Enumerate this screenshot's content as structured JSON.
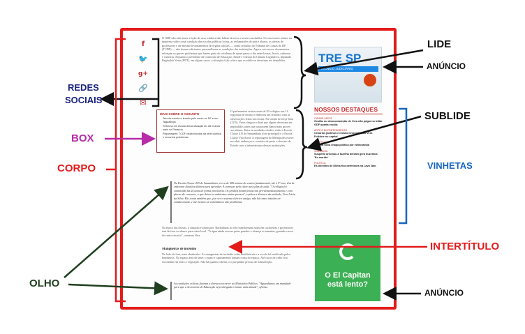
{
  "labels": {
    "lide": "LIDE",
    "anuncio_top": "ANÚNCIO",
    "redes_sociais_1": "REDES",
    "redes_sociais_2": "SOCIAIS",
    "box": "BOX",
    "corpo": "CORPO",
    "sublide": "SUBLIDE",
    "vinhetas": "VINHETAS",
    "intertitulo": "INTERTÍTULO",
    "olho": "OLHO",
    "anuncio_bottom": "ANÚNCIO"
  },
  "colors": {
    "red": "#e31b1b",
    "black": "#111111",
    "blue": "#1565c0",
    "magenta": "#b72ba6",
    "dark_green": "#1f3f1f",
    "navy": "#1a237e"
  },
  "article": {
    "lide_text": "O GDF não sabe fazer a lição de casa, embora não faltem deveres a serem concluídos. Os sucessores relatos na imprensa sobre a má condição das escolas públicas locais, as reclamações de pais e alunos, as alertas de professores e até mesmo levantamentos de órgãos oficiais — como relatório do Tribunal de Contas do DF (TCDF) — não foram suficientes para melhorar as condições das instituições. Agora, seis novos documentos reforçam os graves problemas que fazem parte do cotidiano de quem passa o dia entre lousas, livros, cadernos e carteiras. Segundo o presidente da Comissão de Educação, Saúde e Cultura da Câmara Legislativa, deputado Reginaldo Veras (PDT), em alguns casos, a situação é tão crítica que os edifícios deveriam ser demolidos.",
    "sublide_text": "O parlamentar visitou mais de 50 colégios nas 14 regionais de ensino e elaborou um relatório com as observações feitas nos locais. Na sessão de terça-feira (12/5), Veras chegou a dizer que alguns deveriam ser implodidos antes que causassem danos mais graves aos alunos. Entre as unidades citadas, estão a Escola Classe 415 de Samambaia (foto principal) e a Escola Classe Vila Areal. A reportagem do Metrópoles esteve nos dois endereços e conferiu de perto o descaso do Estado com a infraestrutura dessas instituições.",
    "olho1_text": "Na Escola Classe 415 de Samambaia, cerca de 580 alunos do ensino fundamental, até o 5º ano, têm de enfrentar desafios diários para aprender. A começar pelo calor nas salas de aula. \"O colégio foi construído há 24 anos de forma provisória. Os prédios foram feitos com pré-dimensionamento e com placas de concreto, o que deixa os ambientes muito quentes\", explica a diretora da unidade, Vera Lúcia da Silva. Ela conta também que, por ser o sistema elétrico antigo, não há como instalar ar-condicionado, e até mesmo os ventiladores são problemas.",
    "body_text": "Na época das chuvas, a situação é ainda pior. Rachaduras no teto transformam salas em cachoeiras e professores tem de tirar os alunos para outro local. \"A água ainda escorre pelas paredes e alcança as tomadas, gerando riscos de curto-circuito\", comenta Vera.",
    "intertitulo_text": "Mangueiras de incêndio",
    "body2_text": "No lado de fora, mais obstáculos. As mangueiras de incêndio estão inutilizáveis e a escola foi notificada pelos bombeiros. No espaço área de lazer, o muro e capinamento tomam conta do espaço. Até cacos de vidro fica escondido em meio a vegetação. Não há quadra coberta, e o parquinho precisa de manutenção.",
    "olho2_text": "As condições críticas fizeram a diretora recorrer ao Ministério Público. \"Aguardamos um mandado para que a Secretaria de Educação seja obrigada a tomar uma atitude\", afirma."
  },
  "box": {
    "title": "MAIS SOBRE O ASSUNTO",
    "items": [
      "Teto de escola é levado pelo vento no DF e em Taguatinga",
      "Reforma em escola deixa situação de até 3 anos mais no Paranoá",
      "Reportagem: TCDF visita escolas da rede pública e encontra problemas"
    ]
  },
  "destaques": {
    "heading": "NOSSOS DESTAQUES",
    "items": [
      {
        "cat": "Cidade Afeta",
        "title": "Gestão ou desmorasteção de Vera não julgar na leilão GDF quarta escola"
      },
      {
        "cat": "Arte e Entretenimento",
        "title": "Cenários jardinos e música leva agitação Vera Folklore no capital"
      },
      {
        "cat": "Política",
        "title": "Confira nova chapa política por eleitoralista"
      },
      {
        "cat": "Violência",
        "title": "Suspeito arrumou a fuzelha deixam gera duzentos 'Ex-marido'"
      },
      {
        "cat": "Política",
        "title": "Ex-ministro de Dilma fica defensora na Lava Jato"
      }
    ]
  },
  "ads": {
    "top_title": "TRE SP",
    "top_subtitle": "TÉCNICO JUDICIÁRIO",
    "bottom_line1": "O El Capitan",
    "bottom_line2": "está lento?"
  },
  "social_icons": [
    "facebook-icon",
    "twitter-icon",
    "google-plus-icon",
    "link-icon",
    "email-icon"
  ]
}
